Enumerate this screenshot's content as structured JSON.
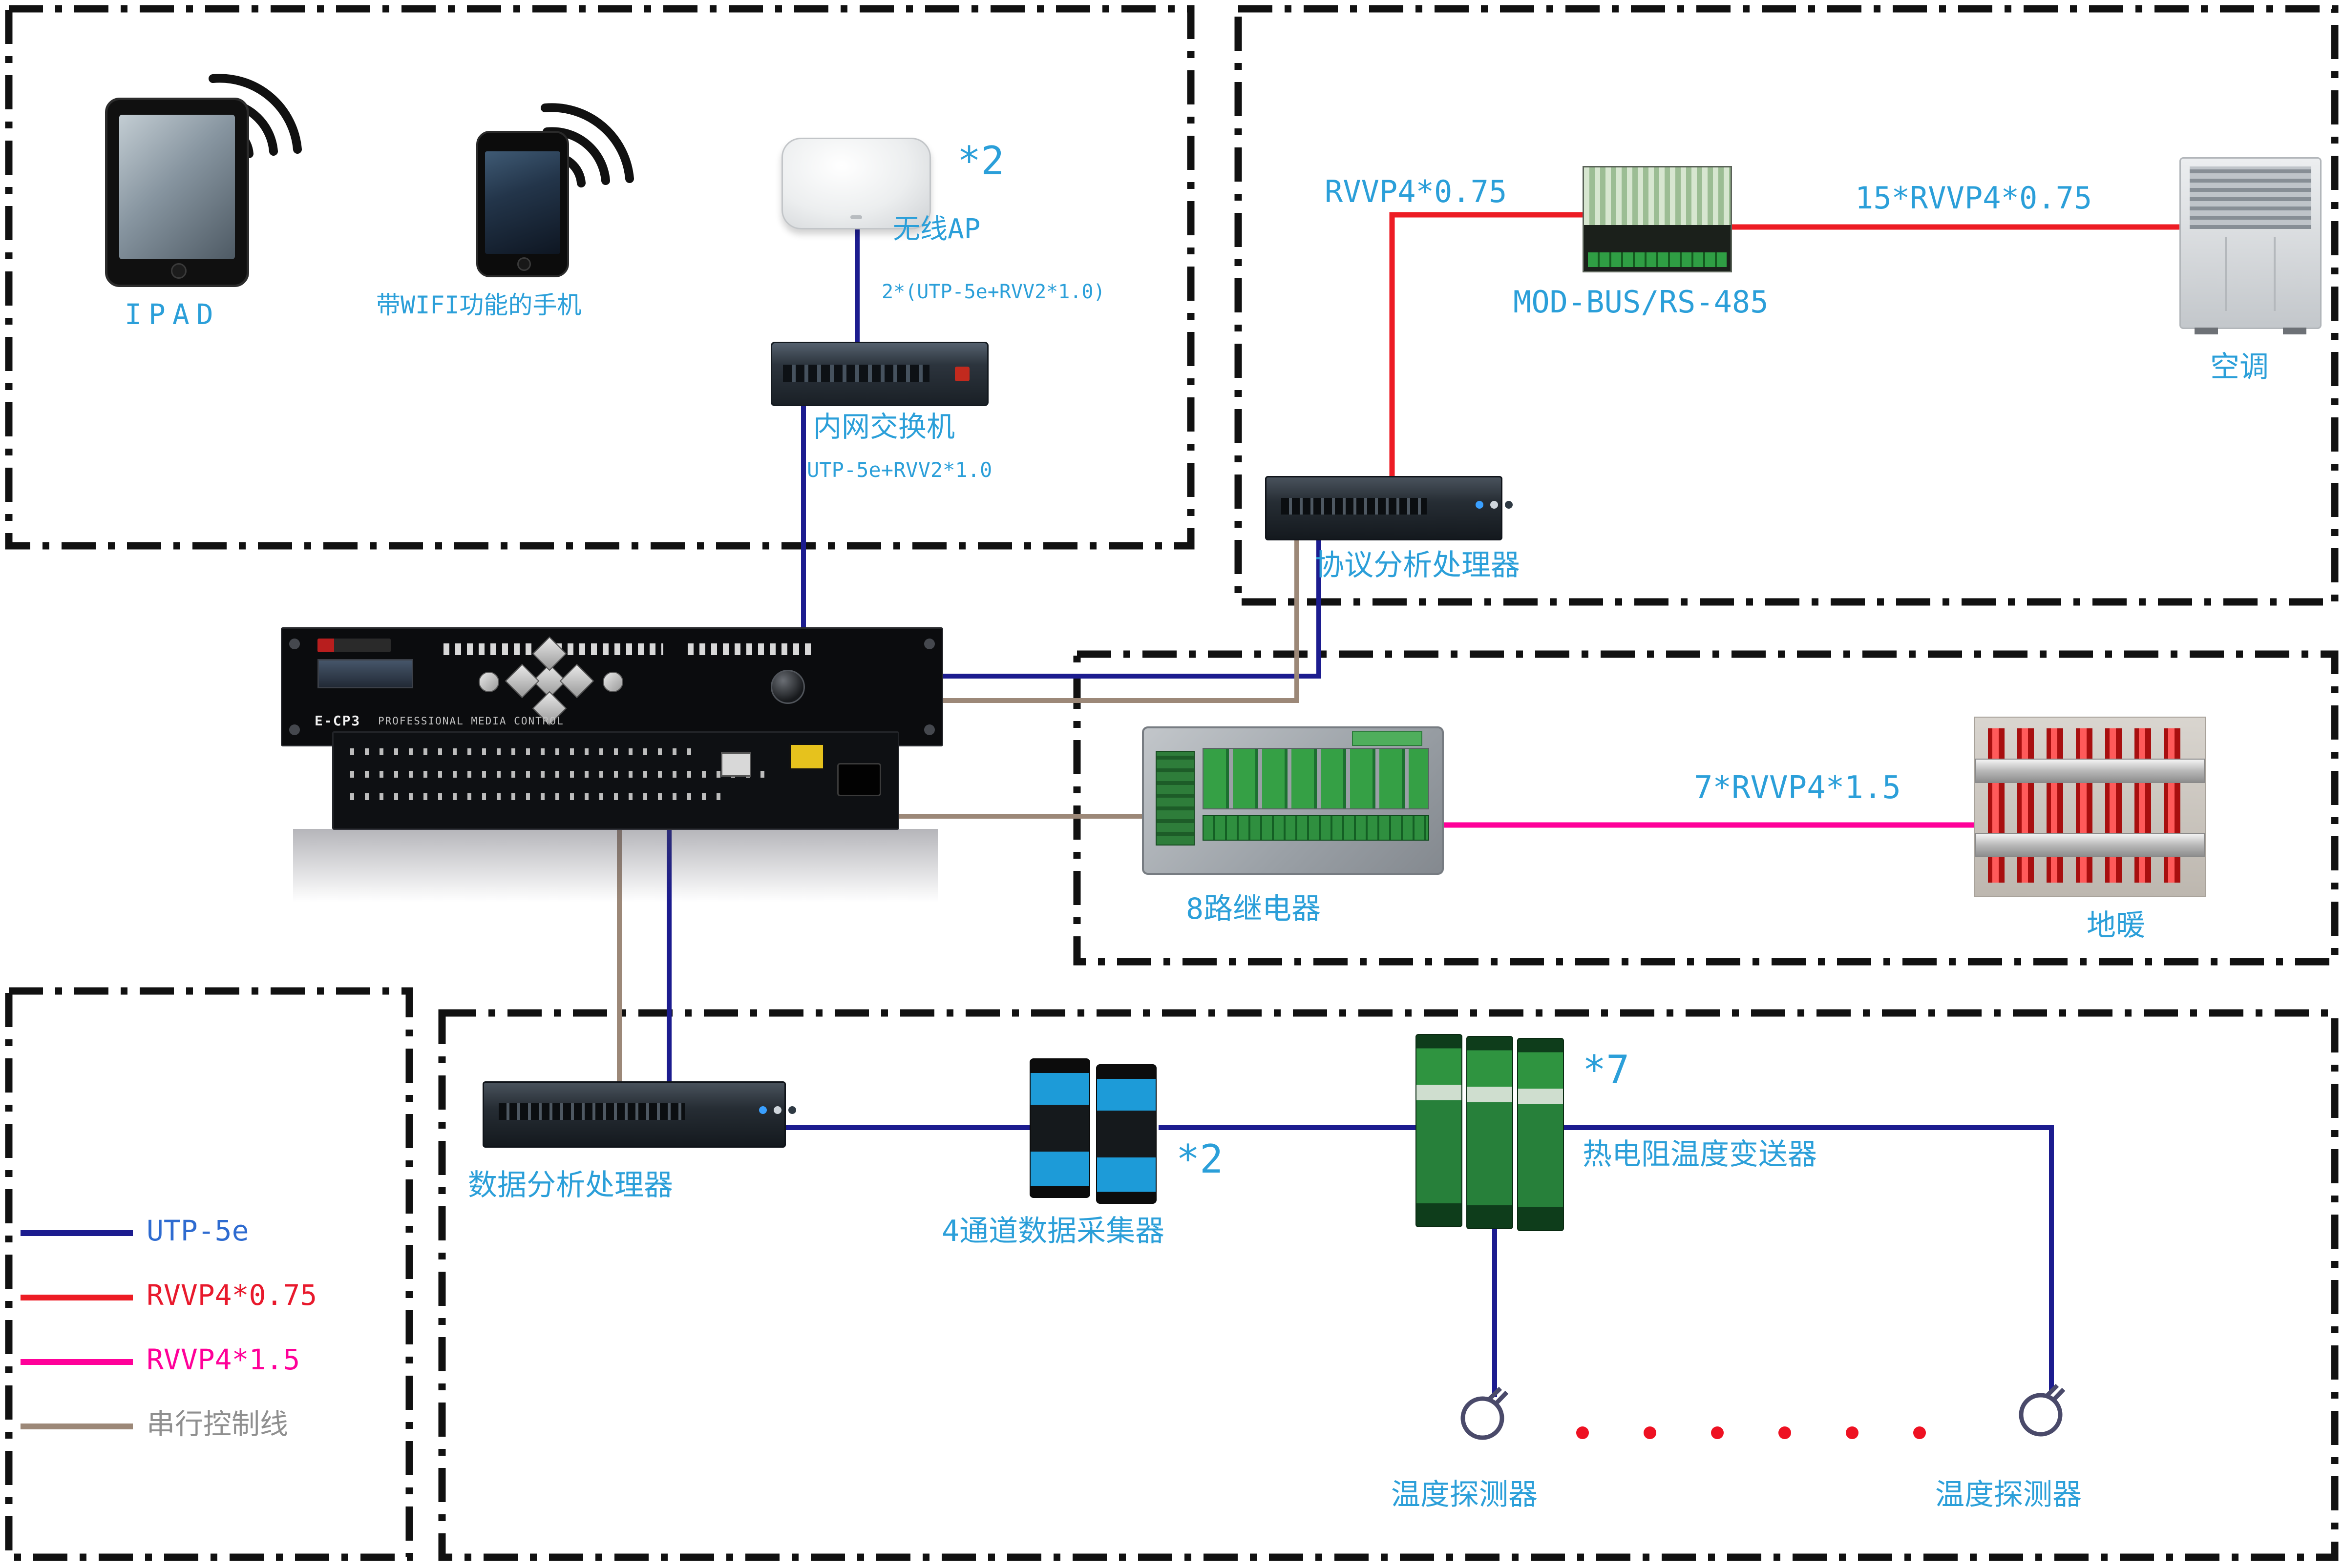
{
  "labels": {
    "ipad": "IPAD",
    "wifi_phone": "带WIFI功能的手机",
    "ap_count": "*2",
    "wireless_ap": "无线AP",
    "ap_cable": "2*(UTP-5e+RVV2*1.0)",
    "switch": "内网交换机",
    "switch_cable": "UTP-5e+RVV2*1.0",
    "rvvp4_075": "RVVP4*0.75",
    "modbus": "MOD-BUS/RS-485",
    "rvvp4_075_x15": "15*RVVP4*0.75",
    "aircon": "空调",
    "protocol_processor": "协议分析处理器",
    "relay": "8路继电器",
    "rvvp4_15_x7": "7*RVVP4*1.5",
    "floor_heating": "地暖",
    "data_processor": "数据分析处理器",
    "collector": "4通道数据采集器",
    "collector_count": "*2",
    "transmitter": "热电阻温度变送器",
    "transmitter_count": "*7",
    "temp_sensor_left": "温度探测器",
    "temp_sensor_right": "温度探测器"
  },
  "device_text": {
    "controller_model": "E-CP3",
    "controller_name": "PROFESSIONAL MEDIA CONTROL"
  },
  "legend": {
    "items": [
      {
        "label": "UTP-5e",
        "color": "#1c1c8f"
      },
      {
        "label": "RVVP4*0.75",
        "color": "#ed1c24"
      },
      {
        "label": "RVVP4*1.5",
        "color": "#ff0099"
      },
      {
        "label": "串行控制线",
        "color": "#9c8878"
      }
    ]
  },
  "colors": {
    "label_blue": "#2b9fd9",
    "line_utp5e": "#1c1c8f",
    "line_rvvp4_075": "#ed1c24",
    "line_rvvp4_15": "#ff0099",
    "line_serial": "#9c8878",
    "dashed_border": "#111111"
  }
}
